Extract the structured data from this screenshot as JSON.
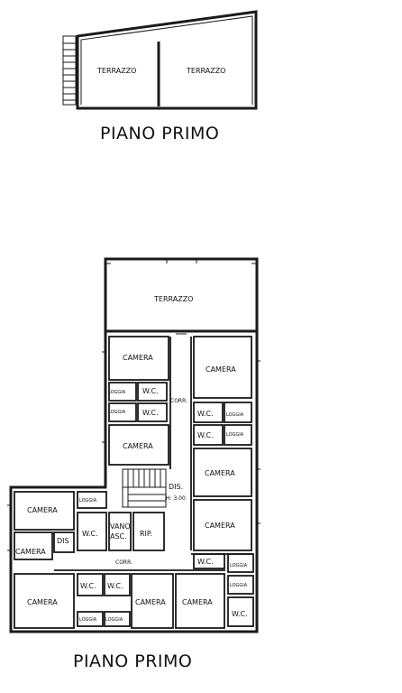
{
  "plan_top": {
    "rooms": [
      "TERRAZZO",
      "TERRAZZO"
    ],
    "title": "PIANO PRIMO"
  },
  "plan_main": {
    "title": "PIANO PRIMO",
    "rooms": {
      "terrazzo": "TERRAZZO",
      "camera": "CAMERA",
      "wc": "W.C.",
      "loggia": "LOGGIA",
      "corr_v": "CORR.",
      "corr_h": "CORR.",
      "dis": "DIS.",
      "height": "H: 3.00",
      "dis_left": "DIS",
      "vano_line1": "VANO",
      "vano_line2": "ASC.",
      "rip": "RIP."
    }
  }
}
